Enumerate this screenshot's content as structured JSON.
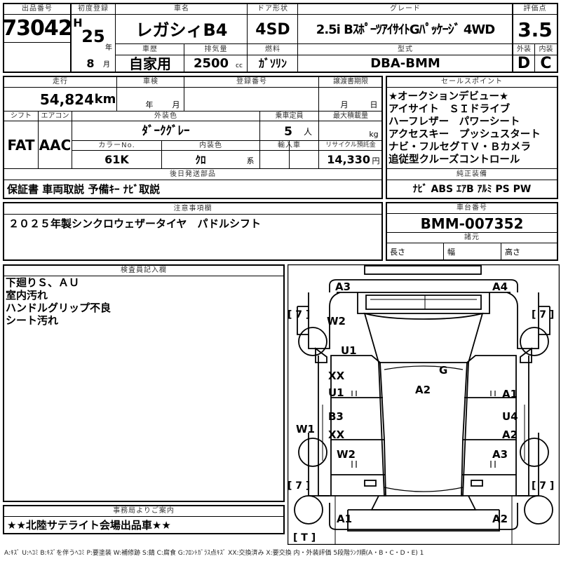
{
  "header": {
    "lot_label": "出品番号",
    "lot_number": "73042",
    "first_reg_label": "初度登録",
    "era": "H",
    "year": "25",
    "year_unit": "年",
    "month": "8",
    "month_unit": "月",
    "car_name_label": "車名",
    "car_name": "レガシィB4",
    "door_label": "ドア形状",
    "door": "4SD",
    "grade_label": "グレード",
    "grade": "2.5i BｽﾎﾟｰﾂｱｲｻｲﾄGﾊﾟｯｹｰｼﾞ 4WD",
    "score_label": "評価点",
    "score": "3.5",
    "history_label": "車歴",
    "history": "自家用",
    "displacement_label": "排気量",
    "displacement": "2500",
    "displacement_unit": "cc",
    "fuel_label": "燃料",
    "fuel": "ｶﾞｿﾘﾝ",
    "model_code_label": "型式",
    "model_code": "DBA-BMM",
    "exterior_label": "外装",
    "exterior_grade": "D",
    "interior_label": "内装",
    "interior_grade": "C"
  },
  "row2": {
    "mileage_label": "走行",
    "mileage": "54,824",
    "mileage_unit": "km",
    "inspection_label": "車検",
    "inspection_year_unit": "年",
    "inspection_month_unit": "月",
    "reg_number_label": "登録番号",
    "transfer_label": "譲渡書期限",
    "transfer_month_unit": "月",
    "transfer_day_unit": "日",
    "shift_label": "シフト",
    "shift": "FAT",
    "aircon_label": "エアコン",
    "aircon": "AAC",
    "color_label": "外装色",
    "color": "ﾀﾞｰｸｸﾞﾚｰ",
    "capacity_label": "乗車定員",
    "capacity": "5",
    "capacity_unit": "人",
    "load_label": "最大積載量",
    "load_unit": "kg",
    "color_no_label": "カラーNo.",
    "color_no": "61K",
    "interior_color_label": "内装色",
    "interior_color": "ｸﾛ",
    "interior_color_unit": "系",
    "import_label": "輸入車",
    "recycle_label": "リサイクル預託金",
    "recycle": "14,330",
    "recycle_unit": "円",
    "later_parts_label": "後日発送部品",
    "later_parts": "保証書 車両取説 予備ｷｰ ﾅﾋﾞ取説",
    "notes_label": "注意事項欄",
    "notes": "２０２５年製シンクロウェザータイヤ　パドルシフト"
  },
  "sales_points": {
    "label": "セールスポイント",
    "items": [
      "★オークションデビュー★",
      "アイサイト　ＳＩドライブ",
      "ハーフレザー　パワーシート",
      "アクセスキー　プッシュスタート",
      "ナビ・フルセグＴＶ・Ｂカメラ",
      "追従型クルーズコントロール"
    ]
  },
  "equipment": {
    "label": "純正装備",
    "value": "ﾅﾋﾞ ABS ｴｱB ｱﾙﾐ PS PW"
  },
  "chassis": {
    "label": "車台番号",
    "value": "BMM-007352",
    "dims_label": "諸元",
    "length_label": "長さ",
    "width_label": "幅",
    "height_label": "高さ"
  },
  "inspector": {
    "label": "検査員記入欄",
    "lines": [
      "下廻りＳ、ＡＵ",
      "室内汚れ",
      "ハンドルグリップ不良",
      "シート汚れ"
    ]
  },
  "office": {
    "label": "事務局よりご案内",
    "value": "★★北陸サテライト会場出品車★★"
  },
  "diagram": {
    "A3_tl": "A3",
    "A4_tr": "A4",
    "b7_tl": "[ 7 ]",
    "b7_tr": "[ 7 ]",
    "W2_upper": "W2",
    "U1_upper": "U1",
    "XX_l1": "XX",
    "U1_l": "U1",
    "B3_l": "B3",
    "XX_l2": "XX",
    "W1_l": "W1",
    "W2_lower": "W2",
    "G": "G",
    "A2_center": "A2",
    "A1_r": "A1",
    "U4_r": "U4",
    "A2_r": "A2",
    "A3_r": "A3",
    "b7_bl": "[ 7 ]",
    "b7_br": "[ 7 ]",
    "A1_bottom": "A1",
    "A2_bottom": "A2",
    "bT": "[ T ]"
  },
  "legend": "A:ｷｽﾞ U:ﾍｺﾐ B:ｷｽﾞを伴うﾍｺﾐ P:要塗装 W:補修跡 S:錆 C:腐食 G:ﾌﾛﾝﾄｶﾞﾗｽ点ｷｽﾞ XX:交換済み X:要交換 内・外装評価 5段階ﾗﾝｸ順(A・B・C・D・E) 1"
}
